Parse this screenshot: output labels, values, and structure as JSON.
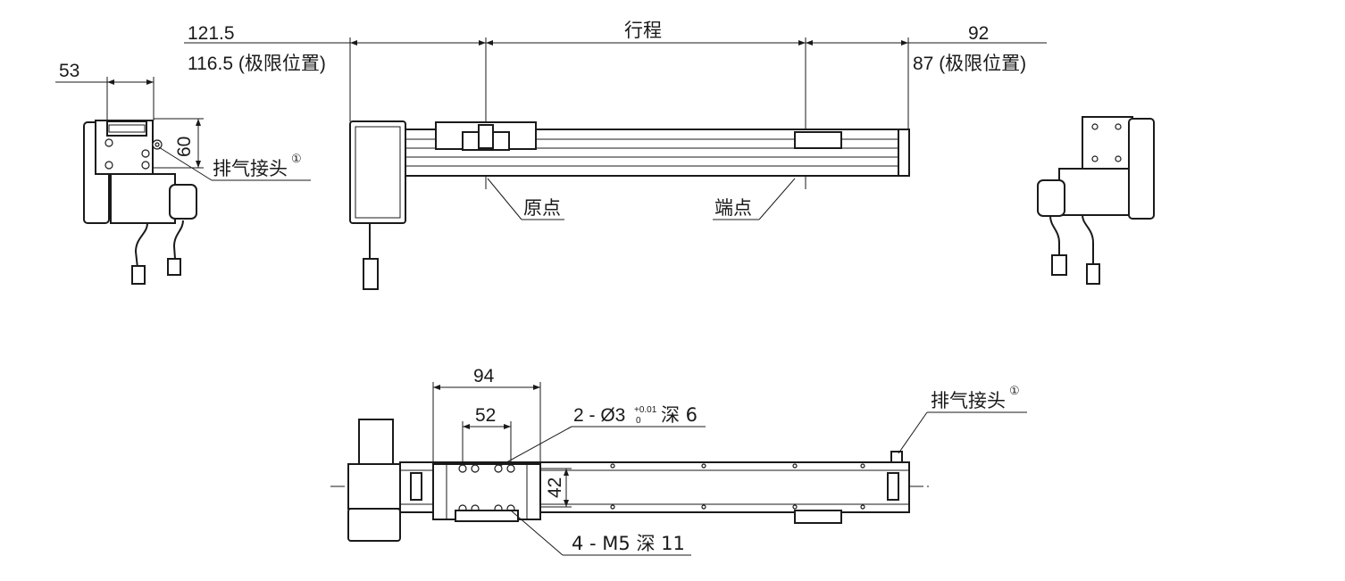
{
  "dimensions": {
    "side_width": "53",
    "side_height": "60",
    "left_offset": "121.5",
    "left_offset_limit": "116.5 (极限位置)",
    "stroke": "行程",
    "right_offset": "92",
    "right_offset_limit": "87 (极限位置)",
    "bottom_width_94": "94",
    "bottom_width_52": "52",
    "bottom_height_42": "42"
  },
  "labels": {
    "exhaust_joint": "排气接头",
    "circled_one": "①",
    "origin": "原点",
    "end_point": "端点",
    "pin_hole_prefix": "2 - Ø3",
    "tol_upper": "+0.01",
    "tol_lower": "0",
    "pin_hole_suffix": "深 6",
    "tap_holes": "4 - M5 深 11"
  }
}
